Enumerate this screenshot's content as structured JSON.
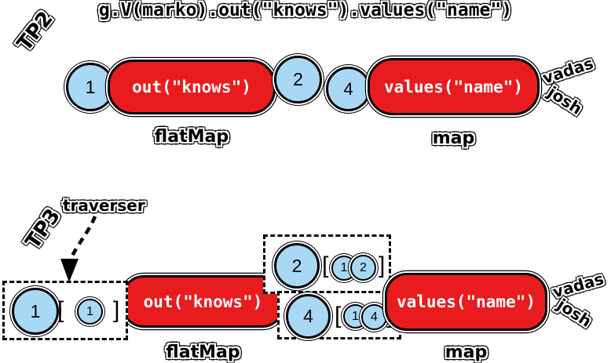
{
  "title": "g.V(marko).out(\"knows\").values(\"name\")",
  "colors": {
    "step_red": "#e81c1e",
    "traverser_blue": "#a9d8f5",
    "ink": "#000000"
  },
  "tp2": {
    "section_label": "TP2",
    "input_circle": "1",
    "out_step": "out(\"knows\")",
    "mid_circles": [
      "2",
      "4"
    ],
    "values_step": "values(\"name\")",
    "out_kind": "flatMap",
    "values_kind": "map",
    "results": [
      "vadas",
      "josh"
    ]
  },
  "tp3": {
    "section_label": "TP3",
    "traverser_label": "traverser",
    "out_step": "out(\"knows\")",
    "values_step": "values(\"name\")",
    "out_kind": "flatMap",
    "values_kind": "map",
    "results": [
      "vadas",
      "josh"
    ],
    "traversers": {
      "t1": {
        "value": "1",
        "open": "[",
        "bulk": [
          "1"
        ],
        "close": "]"
      },
      "t2": {
        "value": "2",
        "open": "[",
        "bulk": [
          "1",
          "2"
        ],
        "close": "]"
      },
      "t4": {
        "value": "4",
        "open": "[",
        "bulk": [
          "1",
          "4"
        ],
        "close": "]"
      }
    }
  }
}
